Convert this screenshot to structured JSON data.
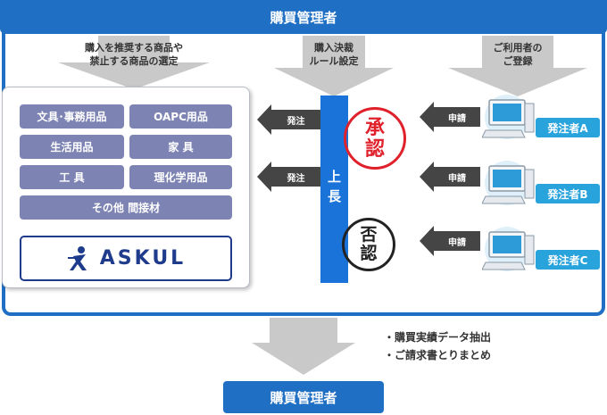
{
  "top_title": "購買管理者",
  "headings": {
    "left": [
      "購入を推奨する商品や",
      "禁止する商品の選定"
    ],
    "middle": [
      "購入決裁",
      "ルール設定"
    ],
    "right": [
      "ご利用者の",
      "ご登録"
    ]
  },
  "categories": [
    "文具･事務用品",
    "OAPC用品",
    "生活用品",
    "家 具",
    "工 具",
    "理化学用品",
    "その他 間接材"
  ],
  "logo_text": "ASKUL",
  "supervisor": [
    "上",
    "長"
  ],
  "order_label": "発注",
  "request_label": "申請",
  "stamp_approve": [
    "承",
    "認"
  ],
  "stamp_reject": [
    "否",
    "認"
  ],
  "requesters": [
    "発注者A",
    "発注者B",
    "発注者C"
  ],
  "notes": [
    "・購買実績データ抽出",
    "・ご請求書とりまとめ"
  ],
  "bottom_title": "購買管理者",
  "colors": {
    "primary_blue": "#1f6fc4",
    "category": "#7d83b3",
    "stamp_red": "#e0202a",
    "requester": "#29a3dc"
  }
}
